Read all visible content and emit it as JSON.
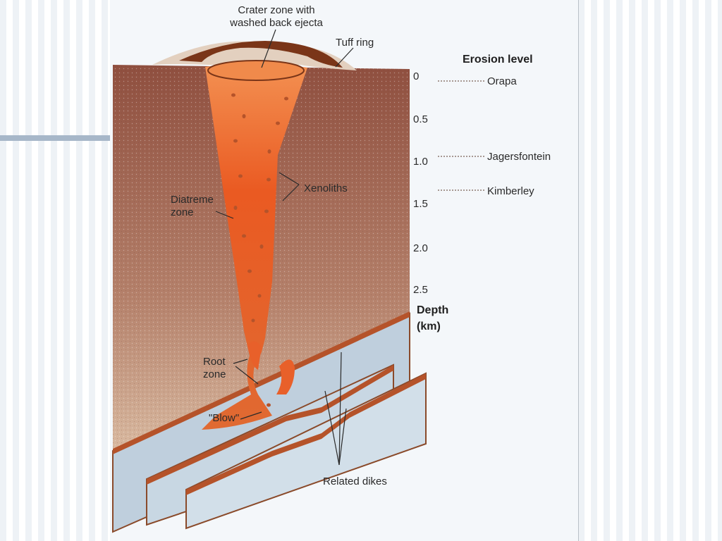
{
  "labels": {
    "crater_line1": "Crater zone with",
    "crater_line2": "washed back ejecta",
    "tuff_ring": "Tuff ring",
    "xenoliths": "Xenoliths",
    "diatreme_line1": "Diatreme",
    "diatreme_line2": "zone",
    "root_line1": "Root",
    "root_line2": "zone",
    "blow": "\"Blow\"",
    "related_dikes": "Related dikes"
  },
  "depth_axis": {
    "title_line1": "Depth",
    "title_line2": "(km)",
    "ticks": [
      "0",
      "0.5",
      "1.0",
      "1.5",
      "2.0",
      "2.5"
    ]
  },
  "erosion": {
    "title": "Erosion level",
    "levels": [
      {
        "name": "Orapa",
        "depth_km": 0
      },
      {
        "name": "Jagersfontein",
        "depth_km": 0.95
      },
      {
        "name": "Kimberley",
        "depth_km": 1.25
      }
    ]
  },
  "colors": {
    "ground_top": "#8f4f3f",
    "ground_bottom": "#d5b39a",
    "pipe_top": "#f08a4b",
    "pipe_mid": "#ea5a22",
    "pipe_bottom": "#d9602b",
    "dike": "#bfcfdd",
    "rim": "#7a3518",
    "tuff": "#e3d0bf"
  }
}
